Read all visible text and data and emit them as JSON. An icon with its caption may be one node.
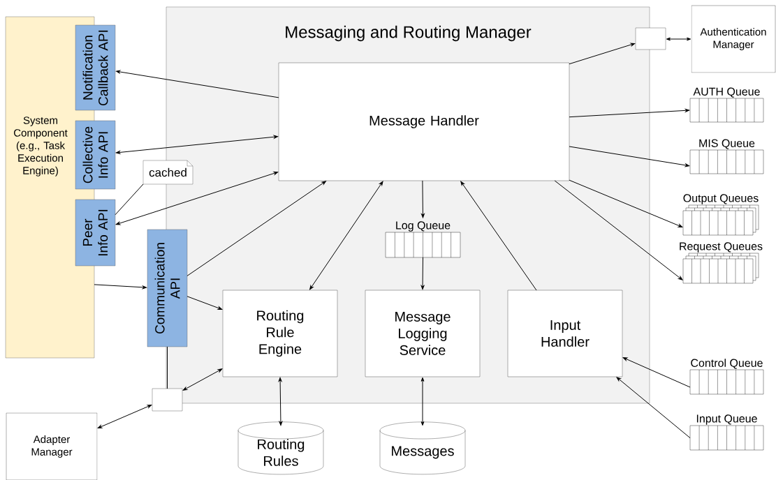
{
  "diagram": {
    "nodes": [
      {
        "text": [
          "System Component (e.g., Task Execution Engine)"
        ]
      },
      {
        "text": [
          "Notification Callback API"
        ]
      },
      {
        "text": [
          "Collective Info API"
        ]
      },
      {
        "text": [
          "Peer Info API"
        ]
      },
      {
        "text": [
          "cached"
        ]
      },
      {
        "text": [
          "Messaging and Routing Manager"
        ]
      },
      {
        "text": [
          "Communication API"
        ]
      },
      {
        "text": [
          "Message Handler"
        ],
        "in": 5
      },
      {
        "text": [],
        "shape": "box"
      },
      {
        "text": [
          "Authentication Manager"
        ]
      },
      {
        "text": [
          "AUTH Queue"
        ]
      },
      {
        "text": [
          "MIS Queue"
        ]
      },
      {
        "text": [
          "Output Queues"
        ]
      },
      {
        "text": [
          "Request Queues"
        ]
      },
      {
        "text": [
          "Log Queue"
        ],
        "in": 5
      },
      {
        "text": [
          "Routing Rule Engine"
        ],
        "in": 5
      },
      {
        "text": [
          "Message Logging Service"
        ],
        "in": 5
      },
      {
        "text": [
          "Input Handler"
        ],
        "in": 5
      },
      {
        "text": [
          "Control Queue"
        ]
      },
      {
        "text": [
          "Input Queue"
        ]
      },
      {
        "text": [],
        "shape": "box"
      },
      {
        "text": [
          "Adapter Manager"
        ]
      },
      {
        "text": [
          "Routing Rules"
        ]
      },
      {
        "text": [
          "Messages"
        ]
      }
    ],
    "edges": [
      {
        "from": 7,
        "to": 1,
        "arrow": "to"
      },
      {
        "from": 7,
        "to": 2,
        "arrow": "both"
      },
      {
        "from": 7,
        "to": 3,
        "arrow": "both"
      },
      {
        "from": 4,
        "to": 3,
        "arrow": "none"
      },
      {
        "from": 0,
        "to": 6,
        "arrow": "to"
      },
      {
        "from": 6,
        "to": 7,
        "arrow": "to"
      },
      {
        "from": 6,
        "to": 15,
        "arrow": "to"
      },
      {
        "from": 15,
        "to": 7,
        "arrow": "both"
      },
      {
        "from": 7,
        "to": 14,
        "arrow": "to"
      },
      {
        "from": 14,
        "to": 16,
        "arrow": "to"
      },
      {
        "from": 17,
        "to": 7,
        "arrow": "to"
      },
      {
        "from": 7,
        "to": 8,
        "arrow": "to"
      },
      {
        "from": 8,
        "to": 9,
        "arrow": "both"
      },
      {
        "from": 7,
        "to": 10,
        "arrow": "to"
      },
      {
        "from": 7,
        "to": 11,
        "arrow": "to"
      },
      {
        "from": 7,
        "to": 12,
        "arrow": "to"
      },
      {
        "from": 7,
        "to": 13,
        "arrow": "to"
      },
      {
        "from": 18,
        "to": 17,
        "arrow": "to"
      },
      {
        "from": 19,
        "to": 17,
        "arrow": "to"
      },
      {
        "from": 15,
        "to": 22,
        "arrow": "both"
      },
      {
        "from": 16,
        "to": 23,
        "arrow": "both"
      },
      {
        "from": 15,
        "to": 20,
        "arrow": "both"
      },
      {
        "from": 20,
        "to": 21,
        "arrow": "both"
      },
      {
        "from": 6,
        "to": 20,
        "arrow": "none"
      }
    ]
  }
}
